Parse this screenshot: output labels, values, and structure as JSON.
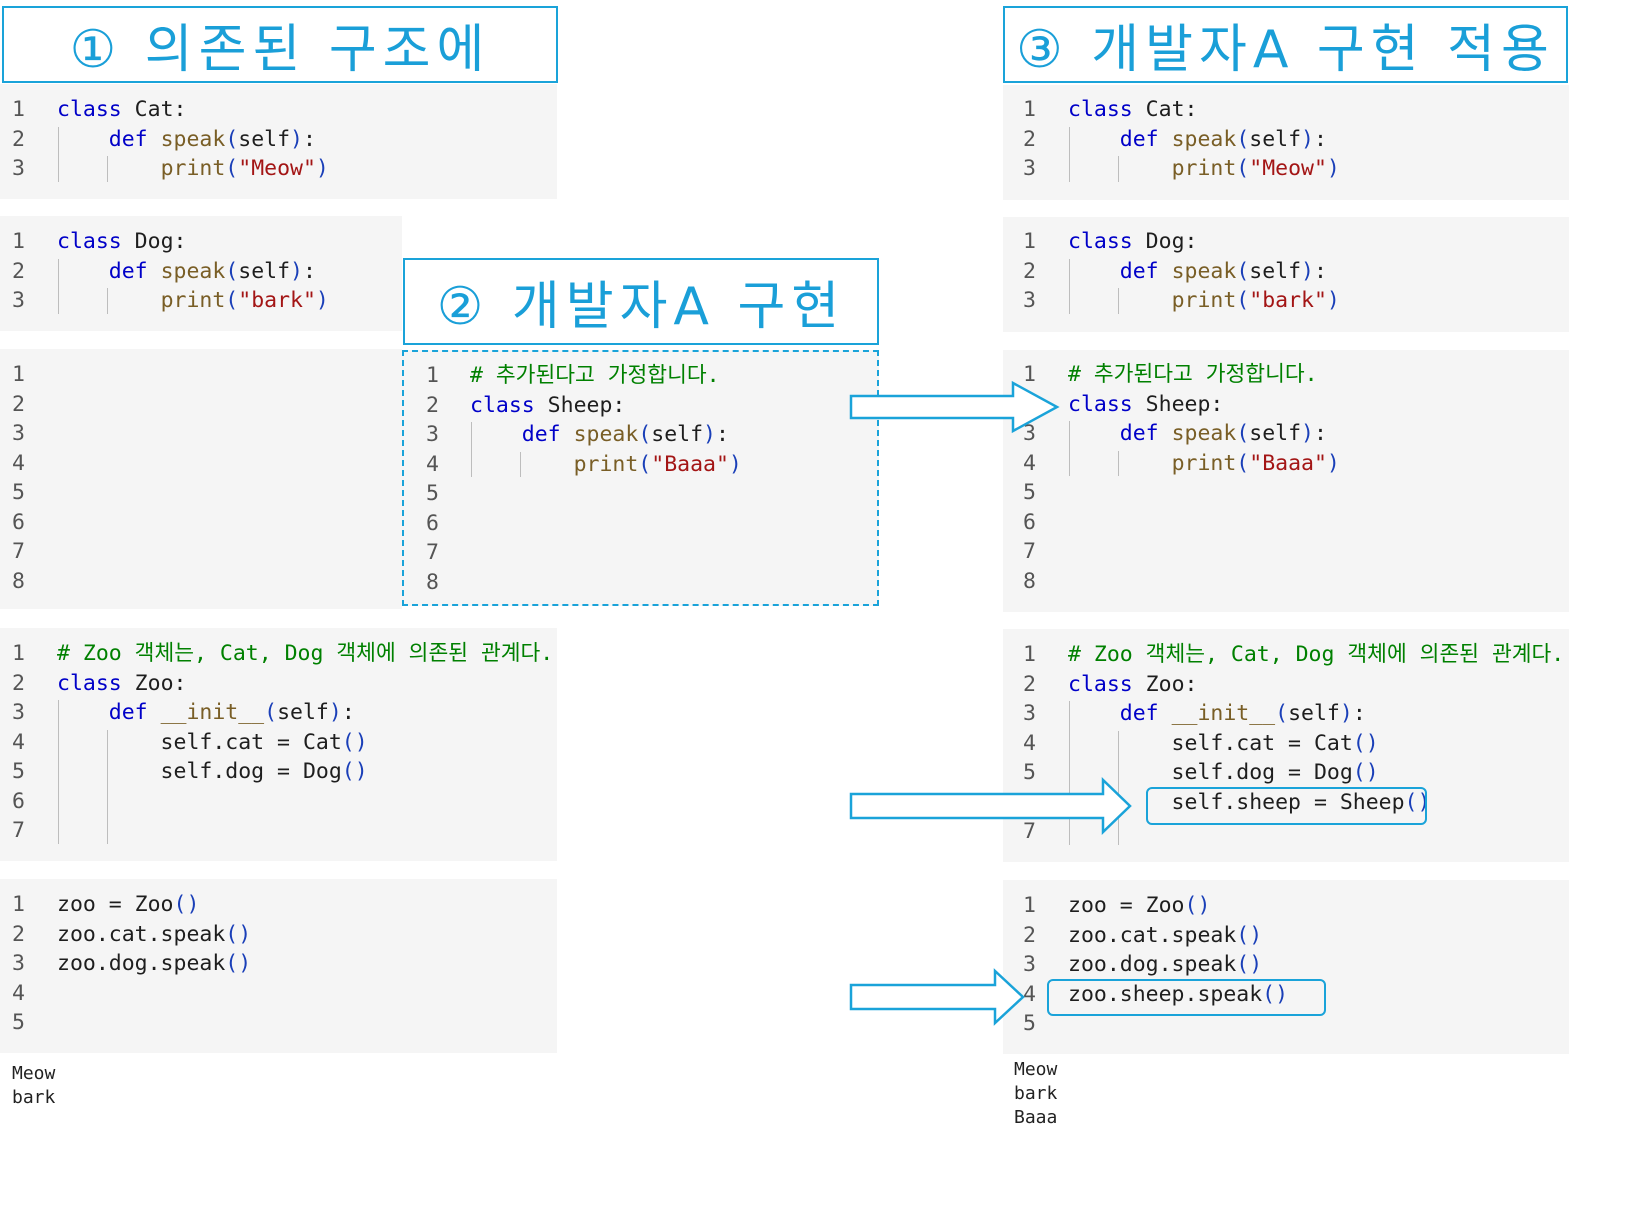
{
  "titles": {
    "t1": "① 의존된 구조에",
    "t2": "② 개발자A 구현",
    "t3": "③ 개발자A 구현 적용"
  },
  "blocks": [
    {
      "id": "L1",
      "lines": [
        [
          {
            "t": "class",
            "c": "kw"
          },
          {
            "t": " Cat:",
            "c": ""
          }
        ],
        [
          {
            "t": "    ",
            "c": ""
          },
          {
            "t": "def",
            "c": "kw"
          },
          {
            "t": " ",
            "c": ""
          },
          {
            "t": "speak",
            "c": "fn"
          },
          {
            "t": "(",
            "c": "pn"
          },
          {
            "t": "self",
            "c": ""
          },
          {
            "t": ")",
            "c": "pn"
          },
          {
            "t": ":",
            "c": ""
          }
        ],
        [
          {
            "t": "        ",
            "c": ""
          },
          {
            "t": "print",
            "c": "fn"
          },
          {
            "t": "(",
            "c": "pn"
          },
          {
            "t": "\"Meow\"",
            "c": "st"
          },
          {
            "t": ")",
            "c": "pn"
          }
        ]
      ]
    },
    {
      "id": "L2",
      "lines": [
        [
          {
            "t": "class",
            "c": "kw"
          },
          {
            "t": " Dog:",
            "c": ""
          }
        ],
        [
          {
            "t": "    ",
            "c": ""
          },
          {
            "t": "def",
            "c": "kw"
          },
          {
            "t": " ",
            "c": ""
          },
          {
            "t": "speak",
            "c": "fn"
          },
          {
            "t": "(",
            "c": "pn"
          },
          {
            "t": "self",
            "c": ""
          },
          {
            "t": ")",
            "c": "pn"
          },
          {
            "t": ":",
            "c": ""
          }
        ],
        [
          {
            "t": "        ",
            "c": ""
          },
          {
            "t": "print",
            "c": "fn"
          },
          {
            "t": "(",
            "c": "pn"
          },
          {
            "t": "\"bark\"",
            "c": "st"
          },
          {
            "t": ")",
            "c": "pn"
          }
        ]
      ]
    },
    {
      "id": "L3",
      "lines": [
        [],
        [],
        [],
        [],
        [],
        [],
        [],
        []
      ]
    },
    {
      "id": "L4",
      "lines": [
        [
          {
            "t": "# Zoo 객체는, Cat, Dog 객체에 의존된 관계다.",
            "c": "cm"
          }
        ],
        [
          {
            "t": "class",
            "c": "kw"
          },
          {
            "t": " Zoo:",
            "c": ""
          }
        ],
        [
          {
            "t": "    ",
            "c": ""
          },
          {
            "t": "def",
            "c": "kw"
          },
          {
            "t": " ",
            "c": ""
          },
          {
            "t": "__init__",
            "c": "fn"
          },
          {
            "t": "(",
            "c": "pn"
          },
          {
            "t": "self",
            "c": ""
          },
          {
            "t": ")",
            "c": "pn"
          },
          {
            "t": ":",
            "c": ""
          }
        ],
        [
          {
            "t": "        self.cat = Cat",
            "c": ""
          },
          {
            "t": "()",
            "c": "pn"
          }
        ],
        [
          {
            "t": "        self.dog = Dog",
            "c": ""
          },
          {
            "t": "()",
            "c": "pn"
          }
        ],
        [],
        []
      ]
    },
    {
      "id": "L5",
      "lines": [
        [
          {
            "t": "zoo = Zoo",
            "c": ""
          },
          {
            "t": "()",
            "c": "pn"
          }
        ],
        [
          {
            "t": "zoo.cat.speak",
            "c": ""
          },
          {
            "t": "()",
            "c": "pn"
          }
        ],
        [
          {
            "t": "zoo.dog.speak",
            "c": ""
          },
          {
            "t": "()",
            "c": "pn"
          }
        ],
        [],
        []
      ]
    },
    {
      "id": "M1",
      "lines": [
        [
          {
            "t": "# 추가된다고 가정합니다.",
            "c": "cm"
          }
        ],
        [
          {
            "t": "class",
            "c": "kw"
          },
          {
            "t": " Sheep:",
            "c": ""
          }
        ],
        [
          {
            "t": "    ",
            "c": ""
          },
          {
            "t": "def",
            "c": "kw"
          },
          {
            "t": " ",
            "c": ""
          },
          {
            "t": "speak",
            "c": "fn"
          },
          {
            "t": "(",
            "c": "pn"
          },
          {
            "t": "self",
            "c": ""
          },
          {
            "t": ")",
            "c": "pn"
          },
          {
            "t": ":",
            "c": ""
          }
        ],
        [
          {
            "t": "        ",
            "c": ""
          },
          {
            "t": "print",
            "c": "fn"
          },
          {
            "t": "(",
            "c": "pn"
          },
          {
            "t": "\"Baaa\"",
            "c": "st"
          },
          {
            "t": ")",
            "c": "pn"
          }
        ],
        [],
        [],
        [],
        []
      ]
    },
    {
      "id": "R1",
      "lines": [
        [
          {
            "t": "class",
            "c": "kw"
          },
          {
            "t": " Cat:",
            "c": ""
          }
        ],
        [
          {
            "t": "    ",
            "c": ""
          },
          {
            "t": "def",
            "c": "kw"
          },
          {
            "t": " ",
            "c": ""
          },
          {
            "t": "speak",
            "c": "fn"
          },
          {
            "t": "(",
            "c": "pn"
          },
          {
            "t": "self",
            "c": ""
          },
          {
            "t": ")",
            "c": "pn"
          },
          {
            "t": ":",
            "c": ""
          }
        ],
        [
          {
            "t": "        ",
            "c": ""
          },
          {
            "t": "print",
            "c": "fn"
          },
          {
            "t": "(",
            "c": "pn"
          },
          {
            "t": "\"Meow\"",
            "c": "st"
          },
          {
            "t": ")",
            "c": "pn"
          }
        ]
      ]
    },
    {
      "id": "R2",
      "lines": [
        [
          {
            "t": "class",
            "c": "kw"
          },
          {
            "t": " Dog:",
            "c": ""
          }
        ],
        [
          {
            "t": "    ",
            "c": ""
          },
          {
            "t": "def",
            "c": "kw"
          },
          {
            "t": " ",
            "c": ""
          },
          {
            "t": "speak",
            "c": "fn"
          },
          {
            "t": "(",
            "c": "pn"
          },
          {
            "t": "self",
            "c": ""
          },
          {
            "t": ")",
            "c": "pn"
          },
          {
            "t": ":",
            "c": ""
          }
        ],
        [
          {
            "t": "        ",
            "c": ""
          },
          {
            "t": "print",
            "c": "fn"
          },
          {
            "t": "(",
            "c": "pn"
          },
          {
            "t": "\"bark\"",
            "c": "st"
          },
          {
            "t": ")",
            "c": "pn"
          }
        ]
      ]
    },
    {
      "id": "R3",
      "lines": [
        [
          {
            "t": "# 추가된다고 가정합니다.",
            "c": "cm"
          }
        ],
        [
          {
            "t": "class",
            "c": "kw"
          },
          {
            "t": " Sheep:",
            "c": ""
          }
        ],
        [
          {
            "t": "    ",
            "c": ""
          },
          {
            "t": "def",
            "c": "kw"
          },
          {
            "t": " ",
            "c": ""
          },
          {
            "t": "speak",
            "c": "fn"
          },
          {
            "t": "(",
            "c": "pn"
          },
          {
            "t": "self",
            "c": ""
          },
          {
            "t": ")",
            "c": "pn"
          },
          {
            "t": ":",
            "c": ""
          }
        ],
        [
          {
            "t": "        ",
            "c": ""
          },
          {
            "t": "print",
            "c": "fn"
          },
          {
            "t": "(",
            "c": "pn"
          },
          {
            "t": "\"Baaa\"",
            "c": "st"
          },
          {
            "t": ")",
            "c": "pn"
          }
        ],
        [],
        [],
        [],
        []
      ]
    },
    {
      "id": "R4",
      "lines": [
        [
          {
            "t": "# Zoo 객체는, Cat, Dog 객체에 의존된 관계다.",
            "c": "cm"
          }
        ],
        [
          {
            "t": "class",
            "c": "kw"
          },
          {
            "t": " Zoo:",
            "c": ""
          }
        ],
        [
          {
            "t": "    ",
            "c": ""
          },
          {
            "t": "def",
            "c": "kw"
          },
          {
            "t": " ",
            "c": ""
          },
          {
            "t": "__init__",
            "c": "fn"
          },
          {
            "t": "(",
            "c": "pn"
          },
          {
            "t": "self",
            "c": ""
          },
          {
            "t": ")",
            "c": "pn"
          },
          {
            "t": ":",
            "c": ""
          }
        ],
        [
          {
            "t": "        self.cat = Cat",
            "c": ""
          },
          {
            "t": "()",
            "c": "pn"
          }
        ],
        [
          {
            "t": "        self.dog = Dog",
            "c": ""
          },
          {
            "t": "()",
            "c": "pn"
          }
        ],
        [
          {
            "t": "        self.sheep = Sheep",
            "c": ""
          },
          {
            "t": "()",
            "c": "pn"
          }
        ],
        []
      ]
    },
    {
      "id": "R5",
      "lines": [
        [
          {
            "t": "zoo = Zoo",
            "c": ""
          },
          {
            "t": "()",
            "c": "pn"
          }
        ],
        [
          {
            "t": "zoo.cat.speak",
            "c": ""
          },
          {
            "t": "()",
            "c": "pn"
          }
        ],
        [
          {
            "t": "zoo.dog.speak",
            "c": ""
          },
          {
            "t": "()",
            "c": "pn"
          }
        ],
        [
          {
            "t": "zoo.sheep.speak",
            "c": ""
          },
          {
            "t": "()",
            "c": "pn"
          }
        ],
        []
      ]
    }
  ],
  "outputs": {
    "left": "Meow\nbark",
    "right": "Meow\nbark\nBaaa"
  },
  "colors": {
    "accent": "#1aa3d9",
    "keyword": "#0000c8",
    "function": "#795e26",
    "string": "#a31515",
    "comment": "#008000",
    "paren": "#1a3fb8"
  },
  "icons": [
    "arrow-right-icon",
    "arrow-right-icon",
    "arrow-right-icon"
  ]
}
